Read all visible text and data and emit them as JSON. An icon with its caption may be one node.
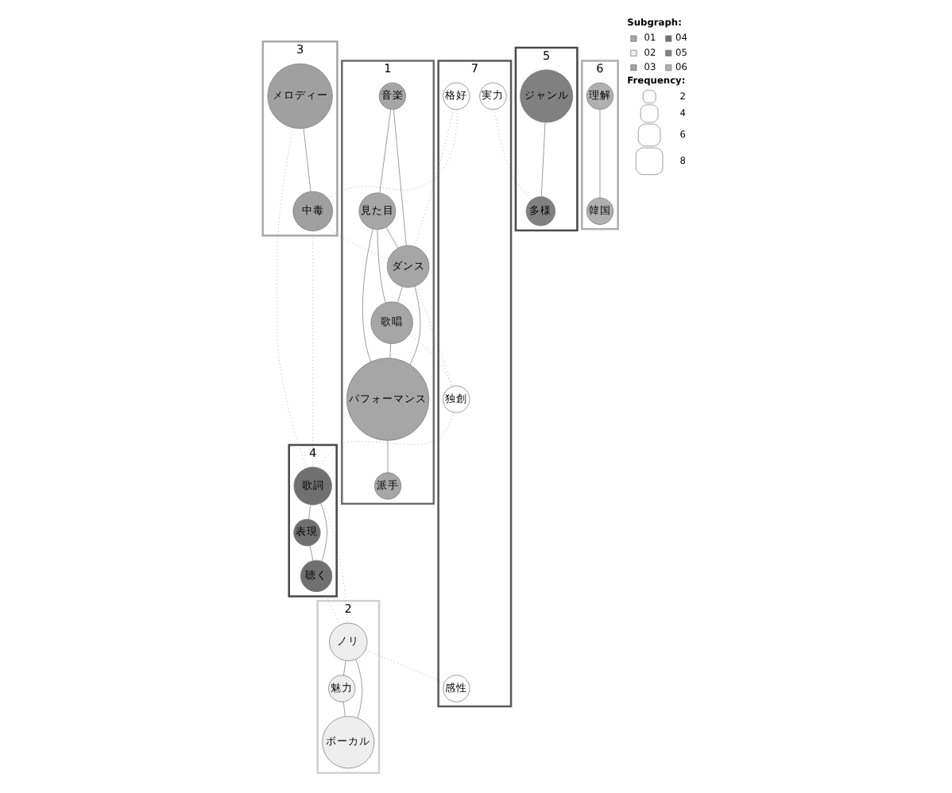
{
  "diagram": {
    "nodes": [
      {
        "text": [
          "1"
        ]
      },
      {
        "text": [
          "音楽"
        ],
        "in": 0
      },
      {
        "text": [
          "見た目"
        ],
        "in": 0
      },
      {
        "text": [
          "ダンス"
        ],
        "in": 0
      },
      {
        "text": [
          "歌唱"
        ],
        "in": 0
      },
      {
        "text": [
          "パフォーマンス"
        ],
        "in": 0
      },
      {
        "text": [
          "派手"
        ],
        "in": 0
      },
      {
        "text": [
          "7"
        ]
      },
      {
        "text": [
          "格好"
        ],
        "in": 7
      },
      {
        "text": [
          "3"
        ]
      },
      {
        "text": [
          "中毒"
        ],
        "in": 9
      },
      {
        "text": [
          "メロディー"
        ],
        "in": 9
      },
      {
        "text": [
          "独創"
        ],
        "in": 7
      },
      {
        "text": [
          "4"
        ]
      },
      {
        "text": [
          "歌詞"
        ],
        "in": 13
      },
      {
        "text": [
          "表現"
        ],
        "in": 13
      },
      {
        "text": [
          "聴く"
        ],
        "in": 13
      },
      {
        "text": [
          "実力"
        ],
        "in": 7
      },
      {
        "text": [
          "5"
        ]
      },
      {
        "text": [
          "ジャンル"
        ],
        "in": 18
      },
      {
        "text": [
          "多様"
        ],
        "in": 18
      },
      {
        "text": [
          "2"
        ]
      },
      {
        "text": [
          "ノリ"
        ],
        "in": 21
      },
      {
        "text": [
          "魅力"
        ],
        "in": 21
      },
      {
        "text": [
          "ボーカル"
        ],
        "in": 21
      },
      {
        "text": [
          "感性"
        ],
        "in": 7
      },
      {
        "text": [
          "6"
        ]
      },
      {
        "text": [
          "理解"
        ],
        "in": 26
      },
      {
        "text": [
          "韓国"
        ],
        "in": 26
      }
    ],
    "edges": [
      {
        "from": 1,
        "to": 3,
        "arrow": "none"
      },
      {
        "from": 1,
        "to": 2,
        "arrow": "none"
      },
      {
        "from": 2,
        "to": 3,
        "arrow": "none"
      },
      {
        "from": 2,
        "to": 4,
        "arrow": "none"
      },
      {
        "from": 2,
        "to": 5,
        "arrow": "none"
      },
      {
        "from": 3,
        "to": 5,
        "arrow": "none"
      },
      {
        "from": 3,
        "to": 4,
        "arrow": "none"
      },
      {
        "from": 4,
        "to": 5,
        "arrow": "none"
      },
      {
        "from": 5,
        "to": 6,
        "arrow": "none"
      },
      {
        "from": 8,
        "to": 10,
        "arrow": "none",
        "style": "dashed"
      },
      {
        "from": 8,
        "to": 3,
        "arrow": "none",
        "style": "dashed"
      },
      {
        "from": 10,
        "to": 3,
        "arrow": "none",
        "style": "dashed"
      },
      {
        "from": 11,
        "to": 10,
        "arrow": "none"
      },
      {
        "from": 10,
        "to": 14,
        "arrow": "none",
        "style": "dashed"
      },
      {
        "from": 11,
        "to": 14,
        "arrow": "none",
        "style": "dashed"
      },
      {
        "from": 3,
        "to": 12,
        "arrow": "none",
        "style": "dashed"
      },
      {
        "from": 4,
        "to": 12,
        "arrow": "none",
        "style": "dashed"
      },
      {
        "from": 12,
        "to": 14,
        "arrow": "none",
        "style": "dashed"
      },
      {
        "from": 14,
        "to": 15,
        "arrow": "none"
      },
      {
        "from": 14,
        "to": 16,
        "arrow": "none"
      },
      {
        "from": 15,
        "to": 16,
        "arrow": "none"
      },
      {
        "from": 14,
        "to": 22,
        "arrow": "none",
        "style": "dashed"
      },
      {
        "from": 16,
        "to": 22,
        "arrow": "none",
        "style": "dashed"
      },
      {
        "from": 17,
        "to": 20,
        "arrow": "none",
        "style": "dashed"
      },
      {
        "from": 19,
        "to": 20,
        "arrow": "none"
      },
      {
        "from": 22,
        "to": 23,
        "arrow": "none"
      },
      {
        "from": 22,
        "to": 24,
        "arrow": "none"
      },
      {
        "from": 23,
        "to": 24,
        "arrow": "none"
      },
      {
        "from": 22,
        "to": 25,
        "arrow": "none",
        "style": "dashed"
      },
      {
        "from": 27,
        "to": 28,
        "arrow": "none"
      }
    ],
    "labels": [
      "Subgraph:",
      "Frequency:"
    ],
    "legend": [
      {
        "text": "01",
        "color": "#a6a6a6"
      },
      {
        "text": "04",
        "color": "#707070"
      },
      {
        "text": "02",
        "color": "#eeeeee"
      },
      {
        "text": "05",
        "color": "#808080"
      },
      {
        "text": "03",
        "color": "#a0a0a0"
      },
      {
        "text": "06",
        "color": "#b0b0b0"
      },
      {
        "text": "2"
      },
      {
        "text": "4"
      },
      {
        "text": "6"
      },
      {
        "text": "8"
      }
    ]
  }
}
